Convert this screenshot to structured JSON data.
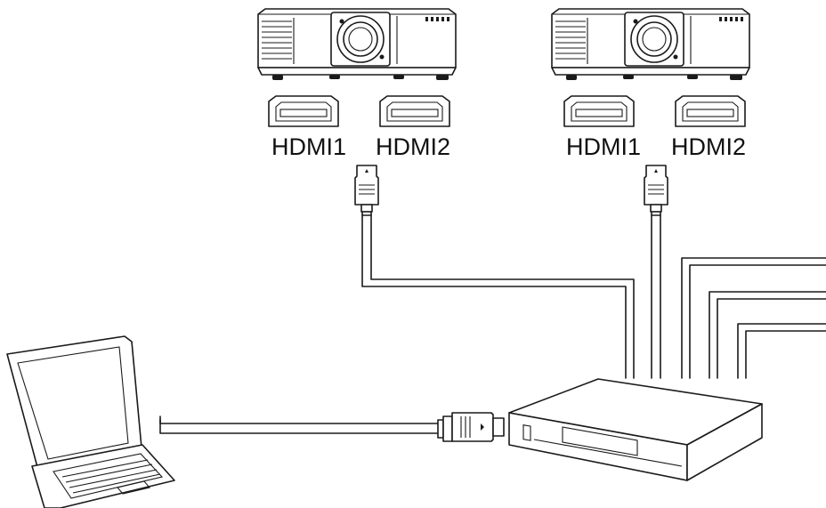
{
  "projector_left": {
    "ports": [
      {
        "label": "HDMI1",
        "connected": true
      },
      {
        "label": "HDMI2",
        "connected": false
      }
    ]
  },
  "projector_right": {
    "ports": [
      {
        "label": "HDMI1",
        "connected": true
      },
      {
        "label": "HDMI2",
        "connected": false
      }
    ]
  },
  "icons": [
    "projector-icon",
    "hdmi-port-icon",
    "hdmi-plug-icon",
    "laptop-icon",
    "hdmi-splitter-icon"
  ],
  "colors": {
    "line": "#1a1a1a",
    "background": "#ffffff"
  }
}
